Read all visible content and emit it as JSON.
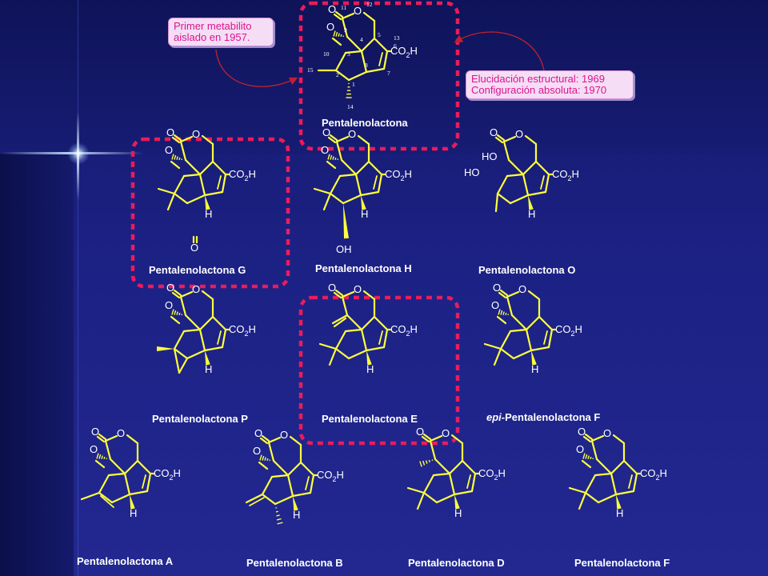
{
  "callouts": {
    "left": [
      "Primer metabilito",
      "aislado en 1957."
    ],
    "right": [
      "Elucidación estructural: 1969",
      "Configuración absoluta: 1970"
    ]
  },
  "colors": {
    "bond": "#ffff3c",
    "highlight_box": "#e81c5c",
    "arrow": "#c02030",
    "callout_text": "#d9158c",
    "callout_bg": "#f6ddf6",
    "label": "#ffffff"
  },
  "atoms": {
    "o": "O",
    "h": "H",
    "ho": "HO",
    "oh": "OH",
    "co2h_main": "CO",
    "co2h_sub": "2",
    "co2h_tail": "H"
  },
  "numbering": [
    "11",
    "12",
    "9",
    "4",
    "5",
    "13",
    "6",
    "3",
    "10",
    "15",
    "2",
    "8",
    "7",
    "1",
    "14"
  ],
  "compounds": [
    {
      "id": "main",
      "label": "Pentalenolactona",
      "highlighted": true
    },
    {
      "id": "g",
      "label": "Pentalenolactona  G",
      "highlighted": true
    },
    {
      "id": "h",
      "label": "Pentalenolactona  H",
      "highlighted": false
    },
    {
      "id": "o",
      "label": "Pentalenolactona  O",
      "highlighted": false
    },
    {
      "id": "p",
      "label": "Pentalenolactona  P",
      "highlighted": false
    },
    {
      "id": "e",
      "label": "Pentalenolactona  E",
      "highlighted": true
    },
    {
      "id": "epif",
      "label_prefix": "epi",
      "label": "-Pentalenolactona  F",
      "highlighted": false
    },
    {
      "id": "a",
      "label": "Pentalenolactona  A",
      "highlighted": false
    },
    {
      "id": "b",
      "label": "Pentalenolactona  B",
      "highlighted": false
    },
    {
      "id": "d",
      "label": "Pentalenolactona  D",
      "highlighted": false
    },
    {
      "id": "f",
      "label": "Pentalenolactona  F",
      "highlighted": false
    }
  ]
}
